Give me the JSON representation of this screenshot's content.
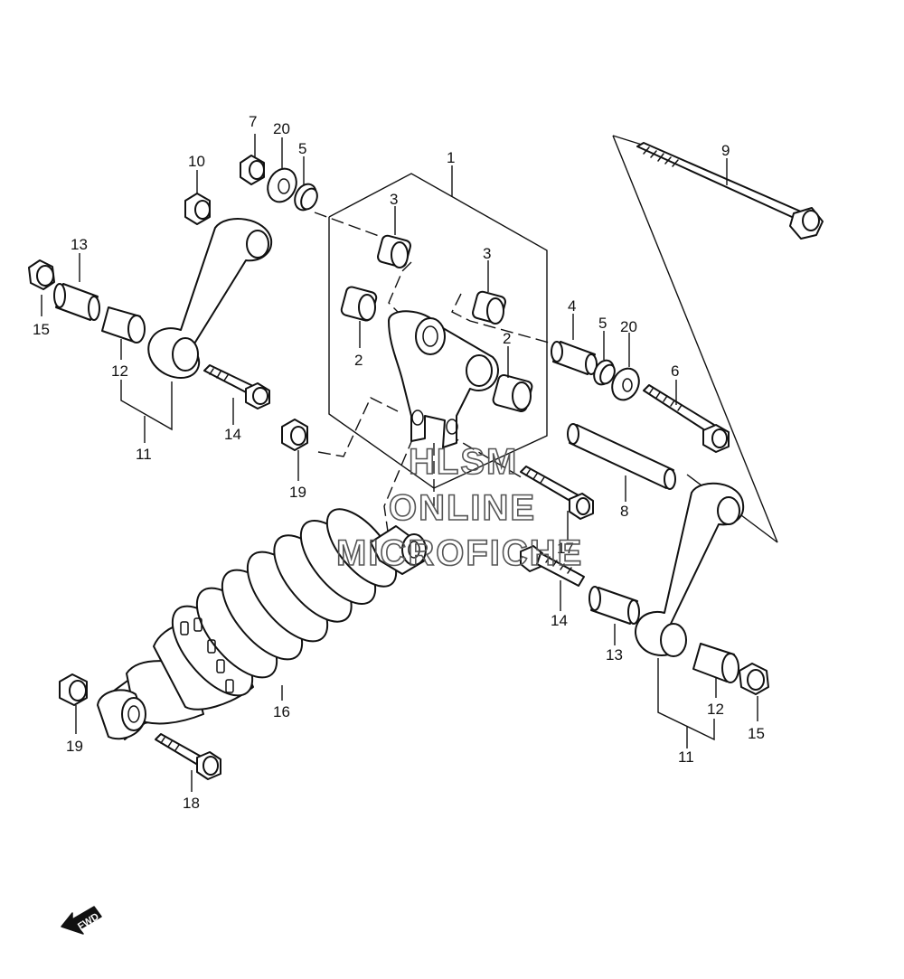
{
  "diagram": {
    "callouts": {
      "c1": "1",
      "c2a": "2",
      "c2b": "2",
      "c3a": "3",
      "c3b": "3",
      "c4": "4",
      "c5a": "5",
      "c5b": "5",
      "c6": "6",
      "c7": "7",
      "c8": "8",
      "c9": "9",
      "c10": "10",
      "c11a": "11",
      "c11b": "11",
      "c12a": "12",
      "c12b": "12",
      "c13a": "13",
      "c13b": "13",
      "c14a": "14",
      "c14b": "14",
      "c15a": "15",
      "c15b": "15",
      "c16": "16",
      "c17": "17",
      "c18": "18",
      "c19a": "19",
      "c19b": "19",
      "c20a": "20",
      "c20b": "20"
    },
    "watermark": {
      "line1": "HLSM",
      "line2": "ONLINE",
      "line3": "MICROFICHE"
    },
    "fwd_label": "FWD"
  }
}
